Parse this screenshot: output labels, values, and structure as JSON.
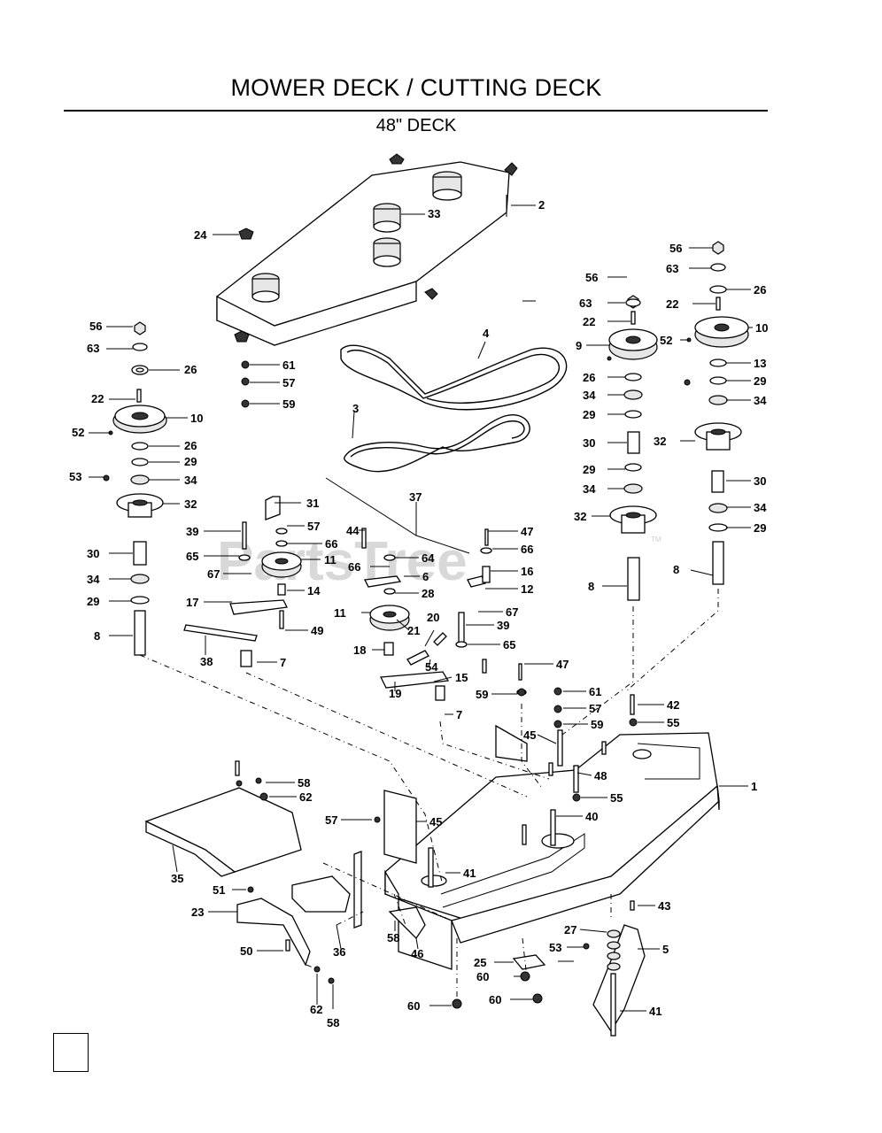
{
  "header": {
    "title": "MOWER DECK / CUTTING DECK",
    "subtitle": "48\" DECK"
  },
  "watermark": {
    "text": "PartsTree",
    "tm": "TM"
  },
  "callouts": {
    "c1": "1",
    "c2": "2",
    "c3": "3",
    "c4": "4",
    "c5": "5",
    "c6": "6",
    "c7a": "7",
    "c7b": "7",
    "c8a": "8",
    "c8b": "8",
    "c8c": "8",
    "c9": "9",
    "c10a": "10",
    "c10b": "10",
    "c11a": "11",
    "c11b": "11",
    "c12": "12",
    "c13": "13",
    "c14": "14",
    "c15": "15",
    "c16": "16",
    "c17": "17",
    "c18": "18",
    "c19": "19",
    "c20": "20",
    "c21": "21",
    "c22a": "22",
    "c22b": "22",
    "c22c": "22",
    "c23": "23",
    "c24": "24",
    "c25": "25",
    "c26a": "26",
    "c26b": "26",
    "c26c": "26",
    "c26d": "26",
    "c27": "27",
    "c28": "28",
    "c29a": "29",
    "c29b": "29",
    "c29c": "29",
    "c29d": "29",
    "c29e": "29",
    "c30a": "30",
    "c30b": "30",
    "c30c": "30",
    "c31": "31",
    "c32a": "32",
    "c32b": "32",
    "c32c": "32",
    "c33": "33",
    "c34a": "34",
    "c34b": "34",
    "c34c": "34",
    "c34d": "34",
    "c34e": "34",
    "c34f": "34",
    "c35": "35",
    "c36": "36",
    "c37": "37",
    "c38": "38",
    "c39a": "39",
    "c39b": "39",
    "c40": "40",
    "c41a": "41",
    "c41b": "41",
    "c42": "42",
    "c43": "43",
    "c44": "44",
    "c45a": "45",
    "c45b": "45",
    "c46": "46",
    "c47a": "47",
    "c47b": "47",
    "c48": "48",
    "c49": "49",
    "c50": "50",
    "c51": "51",
    "c52a": "52",
    "c52b": "52",
    "c53a": "53",
    "c53b": "53",
    "c54": "54",
    "c55a": "55",
    "c55b": "55",
    "c56a": "56",
    "c56b": "56",
    "c56c": "56",
    "c57a": "57",
    "c57b": "57",
    "c57c": "57",
    "c57d": "57",
    "c58a": "58",
    "c58b": "58",
    "c58c": "58",
    "c59a": "59",
    "c59b": "59",
    "c59c": "59",
    "c60a": "60",
    "c60b": "60",
    "c60c": "60",
    "c61a": "61",
    "c61b": "61",
    "c62a": "62",
    "c62b": "62",
    "c63a": "63",
    "c63b": "63",
    "c63c": "63",
    "c64": "64",
    "c65a": "65",
    "c65b": "65",
    "c66a": "66",
    "c66b": "66",
    "c66c": "66",
    "c67a": "67",
    "c67b": "67"
  }
}
